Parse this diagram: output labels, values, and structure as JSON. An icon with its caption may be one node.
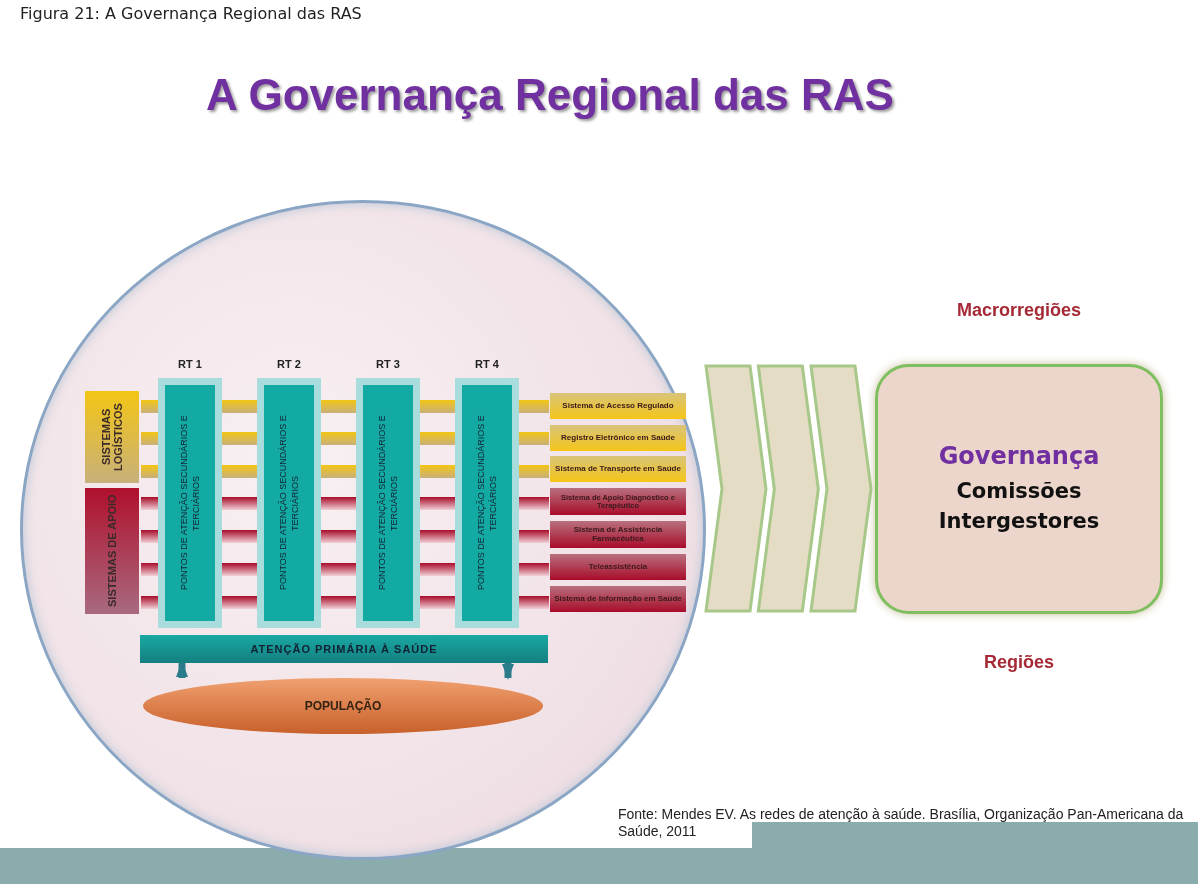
{
  "diagram": {
    "title": "A Governança Regional das RAS",
    "caption": "Fonte: Mendes EV. As redes de atenção à saúde. Brasília, Organização Pan-Americana da Saúde, 2011",
    "nodes": [
      {
        "text": [],
        "shape": "circle"
      },
      {
        "text": [
          "SISTEMAS LOGÍSTICOS"
        ],
        "in": 0
      },
      {
        "text": [
          "SISTEMAS DE APOIO"
        ],
        "in": 0
      },
      {
        "text": [
          "RT 1",
          "PONTOS DE ATENÇÃO SECUNDÁRIOS E TERCIÁRIOS"
        ],
        "in": 0
      },
      {
        "text": [
          "RT 2",
          "PONTOS DE ATENÇÃO SECUNDÁRIOS E TERCIÁRIOS"
        ],
        "in": 0
      },
      {
        "text": [
          "RT 3",
          "PONTOS DE ATENÇÃO SECUNDÁRIOS E TERCIÁRIOS"
        ],
        "in": 0
      },
      {
        "text": [
          "RT 4",
          "PONTOS DE ATENÇÃO SECUNDÁRIOS E TERCIÁRIOS"
        ],
        "in": 0
      },
      {
        "text": [
          "Sistema de Acesso Regulado"
        ],
        "in": 0
      },
      {
        "text": [
          "Registro Eletrônico em Saúde"
        ],
        "in": 0
      },
      {
        "text": [
          "Sistema de Transporte em Saúde"
        ],
        "in": 0
      },
      {
        "text": [
          "Sistema de Apoio Diagnóstico e Terapêutico"
        ],
        "in": 0
      },
      {
        "text": [
          "Sistema de Assistência Farmacêutica"
        ],
        "in": 0
      },
      {
        "text": [
          "Teleassistência"
        ],
        "in": 0
      },
      {
        "text": [
          "Sistema de Informação em Saúde"
        ],
        "in": 0
      },
      {
        "text": [
          "ATENÇÃO PRIMÁRIA À SAÚDE"
        ],
        "in": 0
      },
      {
        "text": [
          "POPULAÇÃO"
        ],
        "in": 0
      },
      {
        "text": [
          "Governança",
          "Comissões Intergestores"
        ],
        "beside": [
          "Macrorregiões",
          "Regiões"
        ]
      }
    ],
    "edges": [
      {
        "from": 15,
        "to": 14,
        "arrow": "to"
      },
      {
        "from": 14,
        "to": 15,
        "arrow": "to"
      },
      {
        "from": 0,
        "to": 16,
        "arrow": "to"
      },
      {
        "from": 0,
        "to": 16,
        "arrow": "to"
      },
      {
        "from": 0,
        "to": 16,
        "arrow": "to"
      }
    ],
    "labels": [
      "Figura 21: A Governança Regional das RAS"
    ]
  }
}
